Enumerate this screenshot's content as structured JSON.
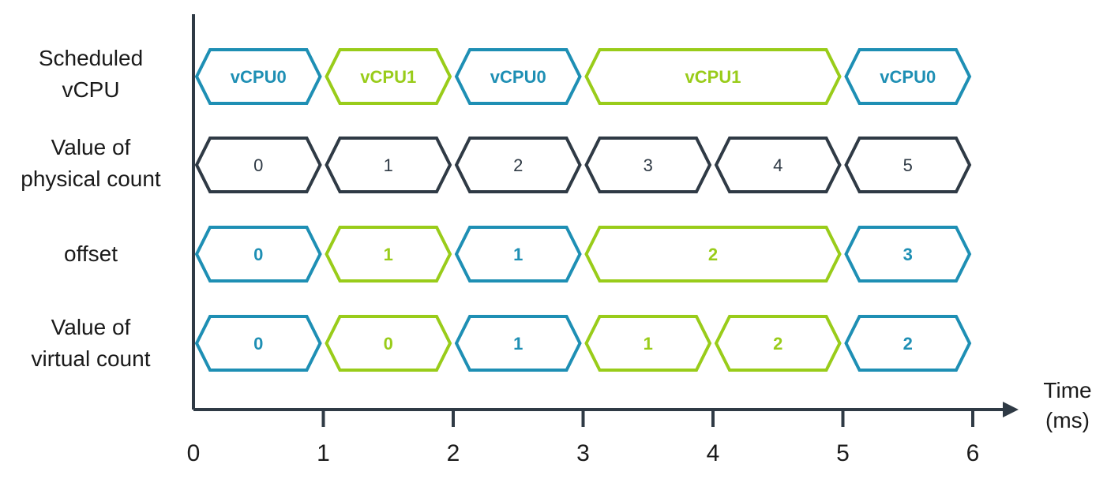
{
  "colors": {
    "vcpu0": "#1e8fb4",
    "vcpu1": "#99cc1a",
    "physical": "#2f3a45",
    "axis": "#2f3a45"
  },
  "axis": {
    "title_line1": "Time",
    "title_line2": "(ms)",
    "ticks": [
      "0",
      "1",
      "2",
      "3",
      "4",
      "5",
      "6"
    ]
  },
  "rows": [
    {
      "label_lines": [
        "Scheduled",
        "vCPU"
      ],
      "bold": true,
      "segments": [
        {
          "start": 0,
          "end": 1,
          "text": "vCPU0",
          "color": "vcpu0"
        },
        {
          "start": 1,
          "end": 2,
          "text": "vCPU1",
          "color": "vcpu1"
        },
        {
          "start": 2,
          "end": 3,
          "text": "vCPU0",
          "color": "vcpu0"
        },
        {
          "start": 3,
          "end": 5,
          "text": "vCPU1",
          "color": "vcpu1"
        },
        {
          "start": 5,
          "end": 6,
          "text": "vCPU0",
          "color": "vcpu0"
        }
      ]
    },
    {
      "label_lines": [
        "Value of",
        "physical count"
      ],
      "bold": false,
      "segments": [
        {
          "start": 0,
          "end": 1,
          "text": "0",
          "color": "physical"
        },
        {
          "start": 1,
          "end": 2,
          "text": "1",
          "color": "physical"
        },
        {
          "start": 2,
          "end": 3,
          "text": "2",
          "color": "physical"
        },
        {
          "start": 3,
          "end": 4,
          "text": "3",
          "color": "physical"
        },
        {
          "start": 4,
          "end": 5,
          "text": "4",
          "color": "physical"
        },
        {
          "start": 5,
          "end": 6,
          "text": "5",
          "color": "physical"
        }
      ]
    },
    {
      "label_lines": [
        "offset"
      ],
      "bold": true,
      "segments": [
        {
          "start": 0,
          "end": 1,
          "text": "0",
          "color": "vcpu0"
        },
        {
          "start": 1,
          "end": 2,
          "text": "1",
          "color": "vcpu1"
        },
        {
          "start": 2,
          "end": 3,
          "text": "1",
          "color": "vcpu0"
        },
        {
          "start": 3,
          "end": 5,
          "text": "2",
          "color": "vcpu1"
        },
        {
          "start": 5,
          "end": 6,
          "text": "3",
          "color": "vcpu0"
        }
      ]
    },
    {
      "label_lines": [
        "Value of",
        "virtual count"
      ],
      "bold": true,
      "segments": [
        {
          "start": 0,
          "end": 1,
          "text": "0",
          "color": "vcpu0"
        },
        {
          "start": 1,
          "end": 2,
          "text": "0",
          "color": "vcpu1"
        },
        {
          "start": 2,
          "end": 3,
          "text": "1",
          "color": "vcpu0"
        },
        {
          "start": 3,
          "end": 4,
          "text": "1",
          "color": "vcpu1"
        },
        {
          "start": 4,
          "end": 5,
          "text": "2",
          "color": "vcpu1"
        },
        {
          "start": 5,
          "end": 6,
          "text": "2",
          "color": "vcpu0"
        }
      ]
    }
  ]
}
